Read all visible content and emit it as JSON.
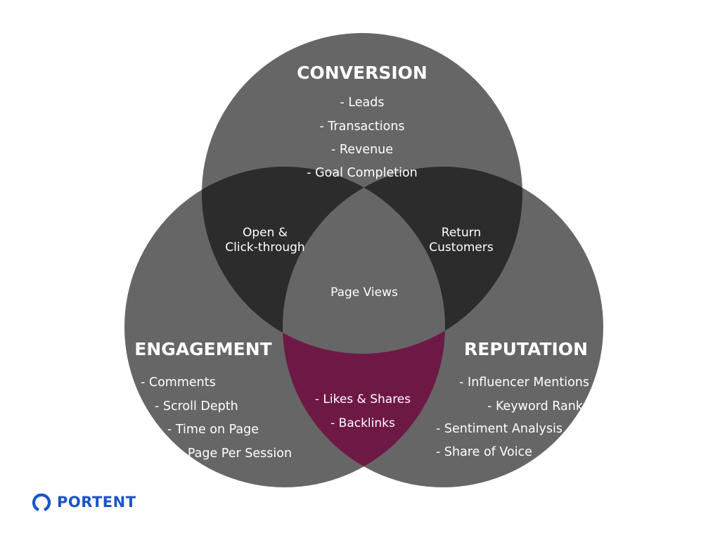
{
  "diagram": {
    "colors": {
      "circle": "#666666",
      "pair_overlap": "#2c2c2c",
      "center": "#666666",
      "engagement_reputation_overlap": "#6e1945",
      "text": "#ffffff",
      "logo": "#1a54c8"
    },
    "conversion": {
      "title": "CONVERSION",
      "items": [
        "- Leads",
        "- Transactions",
        "- Revenue",
        "- Goal Completion"
      ]
    },
    "engagement": {
      "title": "ENGAGEMENT",
      "items": [
        "- Comments",
        "- Scroll Depth",
        "- Time on Page",
        "- Page Per Session"
      ]
    },
    "reputation": {
      "title": "REPUTATION",
      "items": [
        "- Influencer Mentions",
        "- Keyword Rank",
        "- Sentiment Analysis",
        "- Share of Voice"
      ]
    },
    "overlaps": {
      "conversion_engagement": [
        "Open &",
        "Click-through"
      ],
      "conversion_reputation": [
        "Return",
        "Customers"
      ],
      "center": "Page Views",
      "engagement_reputation": [
        "- Likes & Shares",
        "- Backlinks"
      ]
    }
  },
  "logo": {
    "text": "PORTENT",
    "icon": "portent-ring-icon"
  }
}
